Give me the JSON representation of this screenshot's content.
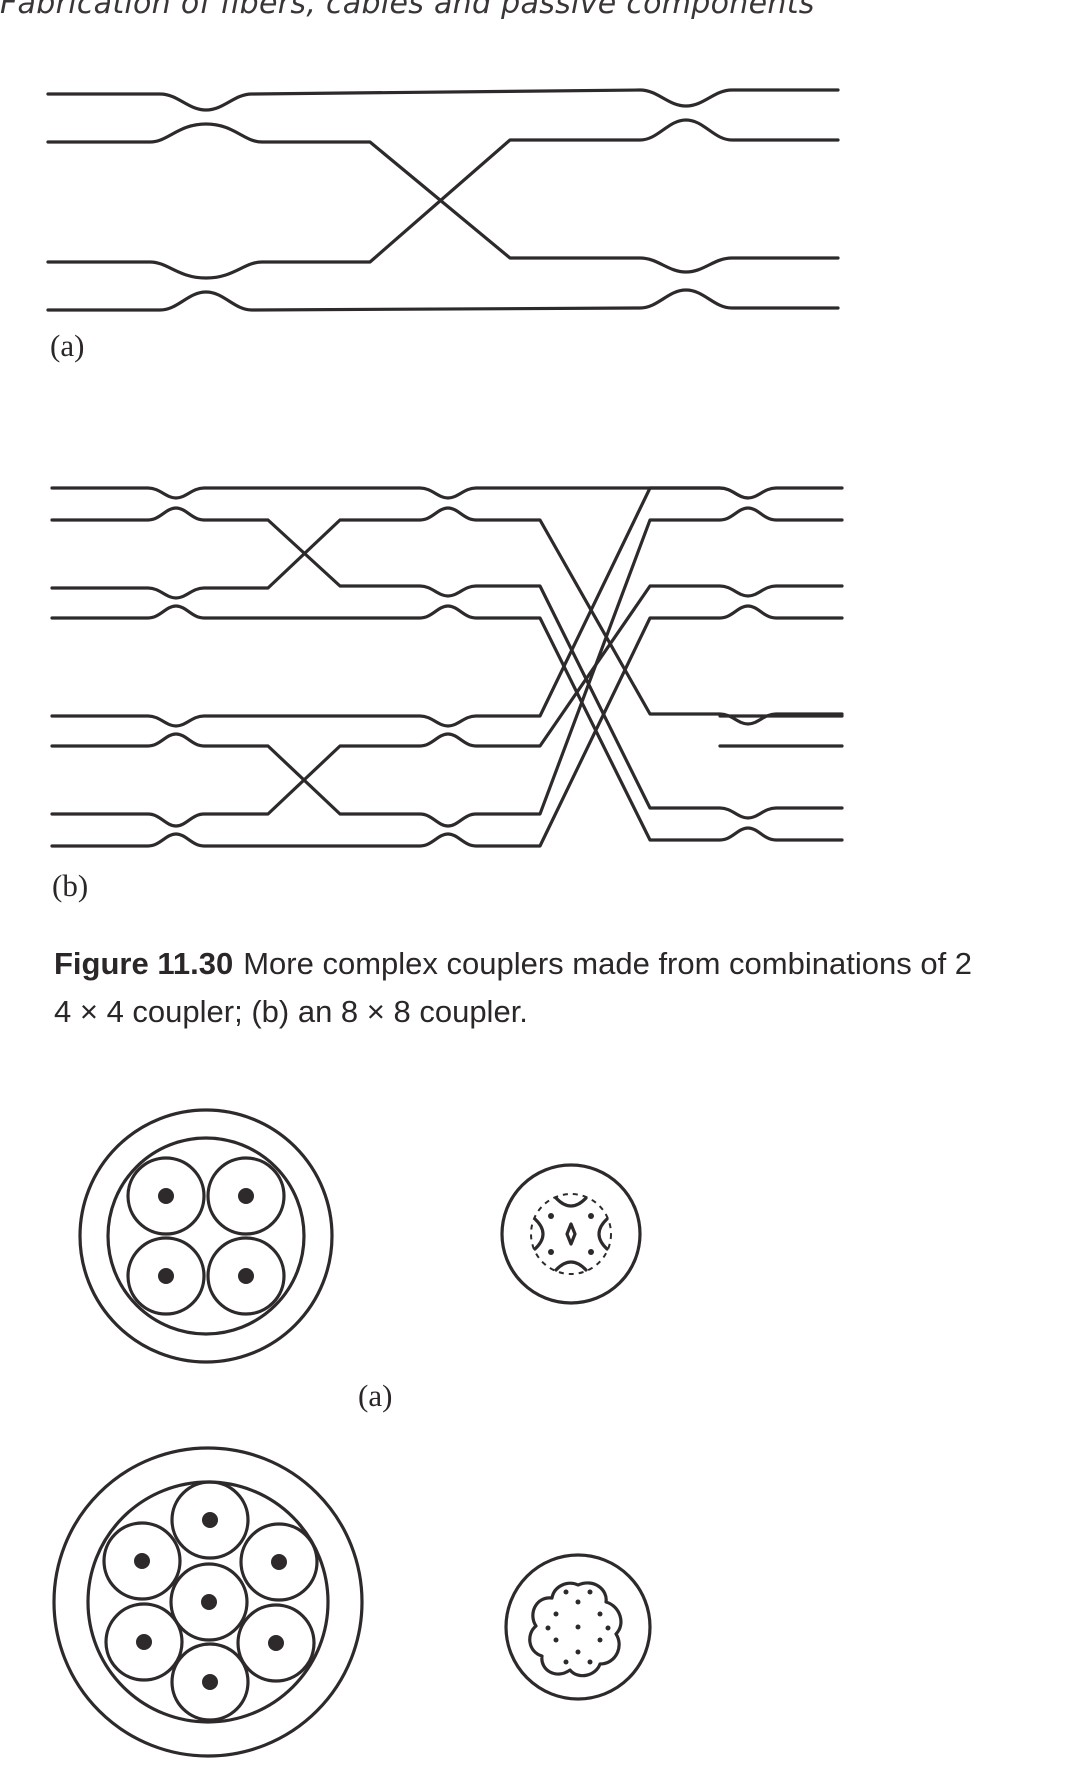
{
  "header": {
    "running_head": "Fabrication of fibers, cables and passive components"
  },
  "figure_11_30": {
    "panel_a_label": "(a)",
    "panel_b_label": "(b)",
    "caption_number": "Figure 11.30",
    "caption_line1": "More complex couplers made from combinations of 2",
    "caption_line2": "4 × 4 coupler; (b) an 8 × 8 coupler."
  },
  "figure_bundles": {
    "panel_a_label": "(a)"
  }
}
